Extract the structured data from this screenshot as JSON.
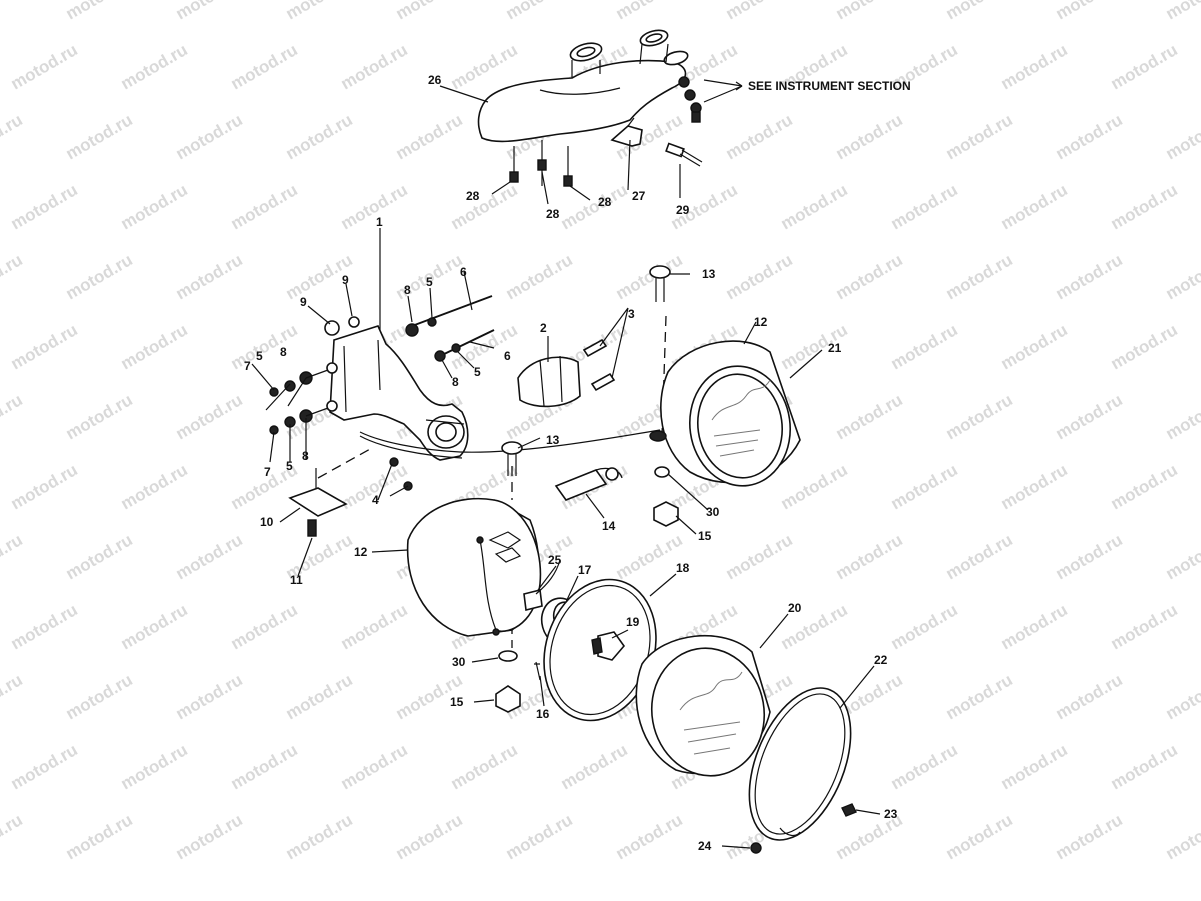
{
  "watermark": {
    "text": "motod.ru"
  },
  "note": {
    "text": "SEE INSTRUMENT SECTION"
  },
  "callouts": {
    "c1": "1",
    "c2": "2",
    "c3": "3",
    "c4": "4",
    "c5a": "5",
    "c5b": "5",
    "c5c": "5",
    "c5d": "5",
    "c6a": "6",
    "c6b": "6",
    "c7a": "7",
    "c7b": "7",
    "c8a": "8",
    "c8b": "8",
    "c8c": "8",
    "c8d": "8",
    "c9a": "9",
    "c9b": "9",
    "c10": "10",
    "c11": "11",
    "c12a": "12",
    "c12b": "12",
    "c13a": "13",
    "c13b": "13",
    "c14": "14",
    "c15a": "15",
    "c15b": "15",
    "c16": "16",
    "c17": "17",
    "c18": "18",
    "c19": "19",
    "c20": "20",
    "c21": "21",
    "c22": "22",
    "c23": "23",
    "c24": "24",
    "c25": "25",
    "c26": "26",
    "c27": "27",
    "c28a": "28",
    "c28b": "28",
    "c28c": "28",
    "c29": "29",
    "c30a": "30",
    "c30b": "30"
  }
}
